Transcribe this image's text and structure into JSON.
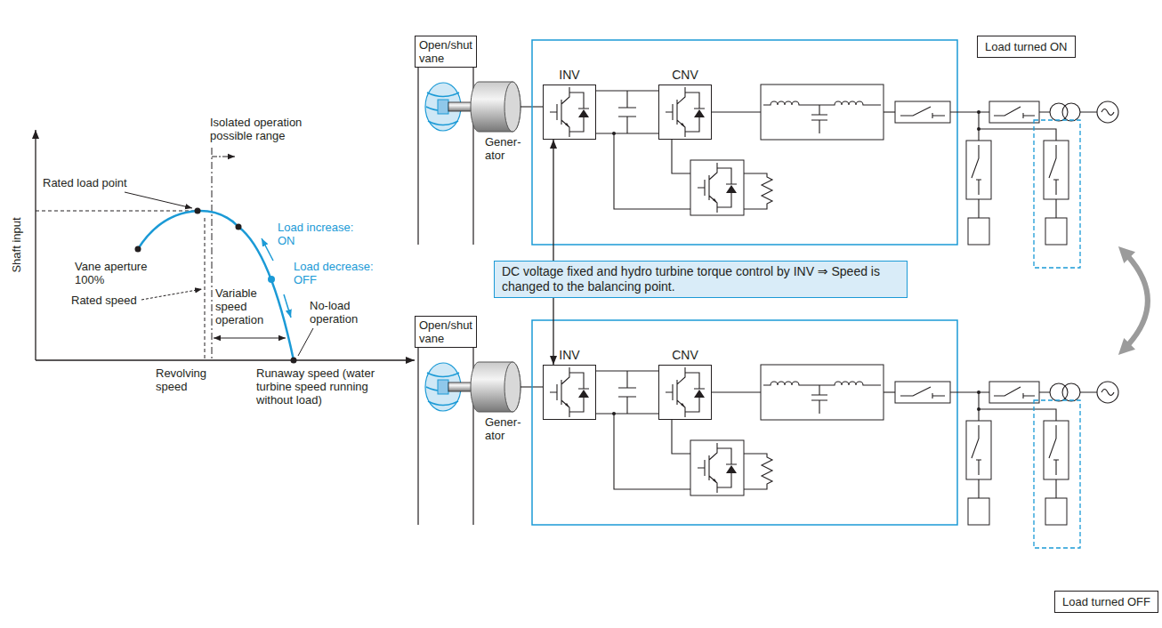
{
  "diagram": {
    "nodes": [
      {
        "text": [
          "Open/shut vane"
        ]
      },
      {
        "text": [
          "INV"
        ]
      },
      {
        "text": [
          "CNV"
        ]
      },
      {
        "text": [
          "Load turned ON"
        ]
      },
      {
        "text": [
          "DC voltage fixed and hydro turbine torque control by INV ⇒ Speed is changed to the balancing point."
        ]
      },
      {
        "text": [
          "Open/shut vane"
        ]
      },
      {
        "text": [
          "INV"
        ]
      },
      {
        "text": [
          "CNV"
        ]
      },
      {
        "text": [
          "Load turned OFF"
        ]
      }
    ],
    "edges": [
      {
        "from": 4,
        "to": 1,
        "arrow": "to"
      },
      {
        "from": 4,
        "to": 6,
        "arrow": "to"
      }
    ],
    "labels": [
      "Shaft input",
      "Isolated operation possible range",
      "Rated load point",
      "Load increase: ON",
      "Load decrease: OFF",
      "Vane aperture 100%",
      "Variable speed operation",
      "Rated speed",
      "No-load operation",
      "Revolving speed",
      "Runaway speed (water turbine speed running without load)",
      "Gener- ator",
      "Gener- ator"
    ]
  }
}
